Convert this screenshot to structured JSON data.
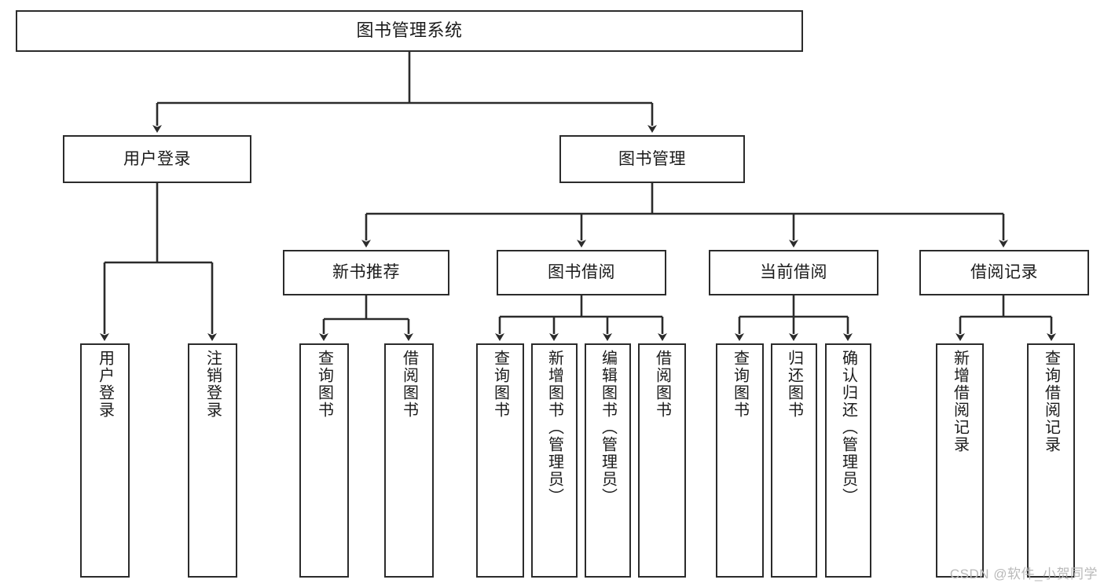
{
  "diagram": {
    "type": "tree",
    "title": "图书管理系统",
    "watermark": "CSDN @软件_小贺同学",
    "colors": {
      "box_border": "#2b2b2b",
      "box_fill": "#ffffff",
      "line": "#2b2b2b",
      "text": "#1b1b1b",
      "watermark": "#b9b9b9"
    },
    "nodes": {
      "root": {
        "label": "图书管理系统"
      },
      "level2": [
        {
          "id": "user-login",
          "label": "用户登录"
        },
        {
          "id": "book-management",
          "label": "图书管理"
        }
      ],
      "level3": [
        {
          "id": "new-book-recommend",
          "label": "新书推荐"
        },
        {
          "id": "book-borrow",
          "label": "图书借阅"
        },
        {
          "id": "current-borrow",
          "label": "当前借阅"
        },
        {
          "id": "borrow-record",
          "label": "借阅记录"
        }
      ],
      "leaves": {
        "user-login": [
          {
            "id": "leaf-user-login",
            "label": "用户登录"
          },
          {
            "id": "leaf-logout-login",
            "label": "注销登录"
          }
        ],
        "new-book-recommend": [
          {
            "id": "leaf-query-book-1",
            "label": "查询图书"
          },
          {
            "id": "leaf-borrow-book-1",
            "label": "借阅图书"
          }
        ],
        "book-borrow": [
          {
            "id": "leaf-query-book-2",
            "label": "查询图书"
          },
          {
            "id": "leaf-add-book-admin",
            "label": "新增图书（管理员）"
          },
          {
            "id": "leaf-edit-book-admin",
            "label": "编辑图书（管理员）"
          },
          {
            "id": "leaf-borrow-book-2",
            "label": "借阅图书"
          }
        ],
        "current-borrow": [
          {
            "id": "leaf-query-book-3",
            "label": "查询图书"
          },
          {
            "id": "leaf-return-book",
            "label": "归还图书"
          },
          {
            "id": "leaf-confirm-return-admin",
            "label": "确认归还（管理员）"
          }
        ],
        "borrow-record": [
          {
            "id": "leaf-add-borrow-record",
            "label": "新增借阅记录"
          },
          {
            "id": "leaf-query-borrow-record",
            "label": "查询借阅记录"
          }
        ]
      }
    }
  }
}
